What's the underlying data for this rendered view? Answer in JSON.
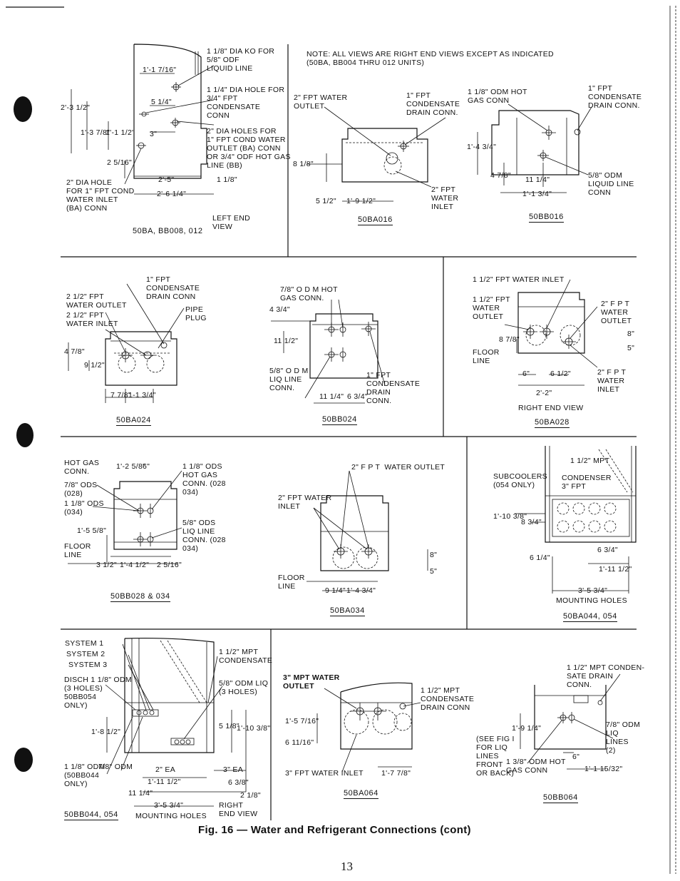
{
  "page_number": "13",
  "caption": "Fig. 16 — Water and Refrigerant Connections (cont)",
  "note": "NOTE: ALL VIEWS ARE RIGHT END VIEWS EXCEPT AS INDICATED\n(50BA, BB004 THRU 012 UNITS)",
  "panels": {
    "p1": {
      "name": "50BA, BB008, 012",
      "view": "LEFT END\nVIEW",
      "callouts": [
        "1 1/8\" DIA KO FOR\n5/8\" ODF\nLIQUID LINE",
        "1 1/4\" DIA HOLE FOR\n3/4\" FPT\nCONDENSATE\nCONN",
        "2\" DIA HOLES FOR\n1\" FPT COND WATER\nOUTLET (BA) CONN\nOR 3/4\" ODF HOT GAS\nLINE (BB)",
        "2\" DIA HOLE\nFOR 1\" FPT COND\nWATER INLET\n(BA) CONN"
      ],
      "dims": [
        "1'-1 7/16\"",
        "5 1/4\"",
        "2'-3 1/2\"",
        "1'-3 7/8\"",
        "1'-1 1/2\"",
        "3\"",
        "2 5/16\"",
        "2'-5\"",
        "2'-6 1/4\"",
        "1 1/8\""
      ]
    },
    "p2": {
      "name": "50BA016",
      "callouts": [
        "2\" FPT WATER\nOUTLET",
        "1\" FPT\nCONDENSATE\nDRAIN CONN.",
        "2\" FPT\nWATER\nINLET"
      ],
      "dims": [
        "8 1/8\"",
        "5 1/2\"",
        "1'-9 1/2\""
      ]
    },
    "p3": {
      "name": "50BB016",
      "callouts": [
        "1 1/8\" ODM HOT\nGAS CONN",
        "1\" FPT\nCONDENSATE\nDRAIN CONN.",
        "5/8\" ODM\nLIQUID LINE\nCONN"
      ],
      "dims": [
        "1'-4 3/4\"",
        "4 7/8\"",
        "11 1/4\"",
        "1'-1 3/4\""
      ]
    },
    "p4": {
      "name": "50BA024",
      "callouts": [
        "1\" FPT\nCONDENSATE\nDRAIN CONN",
        "2 1/2\" FPT\nWATER OUTLET",
        "2 1/2\" FPT\nWATER INLET",
        "PIPE\nPLUG"
      ],
      "dims": [
        "4 7/8\"",
        "9 1/2\"",
        "7 7/8\"",
        "1-1 3/4\""
      ]
    },
    "p5": {
      "name": "50BB024",
      "callouts": [
        "7/8\" O D M HOT\nGAS CONN.",
        "5/8\" O D M\nLIQ LINE\nCONN.",
        "1\" FPT\nCONDENSATE\nDRAIN\nCONN."
      ],
      "dims": [
        "4 3/4\"",
        "11 1/2\"",
        "11 1/4\"",
        "6 3/4\""
      ]
    },
    "p6": {
      "name": "50BA028",
      "view": "RIGHT END VIEW",
      "callouts": [
        "1 1/2\" FPT WATER INLET",
        "1 1/2\" FPT\nWATER\nOUTLET",
        "2\" F P T\nWATER\nOUTLET",
        "2\" F P T\nWATER\nINLET",
        "FLOOR\nLINE"
      ],
      "dims": [
        "8 7/8\"",
        "8\"",
        "5\"",
        "6\"",
        "6 1/2\"",
        "2'-2\""
      ]
    },
    "p7": {
      "name": "50BB028 & 034",
      "callouts": [
        "HOT GAS\nCONN.",
        "7/8\" ODS\n(028)",
        "1 1/8\" ODS\n(034)",
        "1 1/8\" ODS\nHOT GAS\nCONN. (028\n034)",
        "5/8\" ODS\nLIQ LINE\nCONN. (028\n034)",
        "FLOOR\nLINE"
      ],
      "dims": [
        "1'-2 5/8\"",
        "6\"",
        "1'-5 5/8\"",
        "3 1/2\"",
        "1'-4 1/2\"",
        "2 5/16\""
      ]
    },
    "p8": {
      "name": "50BA034",
      "callouts": [
        "2\" F P T  WATER OUTLET",
        "2\" FPT WATER\nINLET",
        "FLOOR\nLINE"
      ],
      "dims": [
        "8\"",
        "5\"",
        "9 1/4\"",
        "1'-4 3/4\""
      ]
    },
    "p9": {
      "name": "50BA044, 054",
      "callouts": [
        "SUBCOOLERS\n(054 ONLY)",
        "CONDENSER\n3\" FPT",
        "1 1/2\" MPT"
      ],
      "dims": [
        "1'-10 3/8\"",
        "8 3/4\"",
        "6 1/4\"",
        "6 3/4\"",
        "1'-11 1/2\"",
        "3'-5 3/4\""
      ],
      "footer": "MOUNTING HOLES"
    },
    "p10": {
      "name": "50BB044, 054",
      "view": "RIGHT\nEND VIEW",
      "callouts": [
        "SYSTEM 1",
        "SYSTEM 2",
        "SYSTEM 3",
        "DISCH 1 1/8\" ODM\n(3 HOLES)\n50BB054\nONLY)",
        "1 1/2\" MPT\nCONDENSATE",
        "5/8\" ODM LIQ\n(3 HOLES)",
        "1 1/8\" ODM\n(50BB044\nONLY)",
        "7/8\" ODM"
      ],
      "dims": [
        "1'-8 1/2\"",
        "5 1/8\"",
        "1'-10 3/8\"",
        "2\" EA",
        "3\" EA",
        "1'-11 1/2\"",
        "6 3/8\"",
        "11 1/4\"",
        "2 1/8\"",
        "3'-5 3/4\""
      ],
      "footer": "MOUNTING HOLES"
    },
    "p11": {
      "name": "50BA064",
      "callouts": [
        "3\" MPT WATER\nOUTLET",
        "1 1/2\" MPT\nCONDENSATE\nDRAIN CONN",
        "3\" FPT WATER INLET"
      ],
      "dims": [
        "1'-5 7/16\"",
        "6 11/16\"",
        "1'-7 7/8\""
      ]
    },
    "p12": {
      "name": "50BB064",
      "callouts": [
        "1 1/2\" MPT CONDEN-\nSATE DRAIN\nCONN.",
        "7/8\" ODM\nLIQ\nLINES\n(2)",
        "(SEE FIG I\nFOR LIQ\nLINES\nFRONT\nOR BACK)",
        "1 3/8\" ODM HOT\nGAS CONN"
      ],
      "dims": [
        "1'-9 1/4\"",
        "6\"",
        "1'-1 15/32\""
      ]
    }
  }
}
